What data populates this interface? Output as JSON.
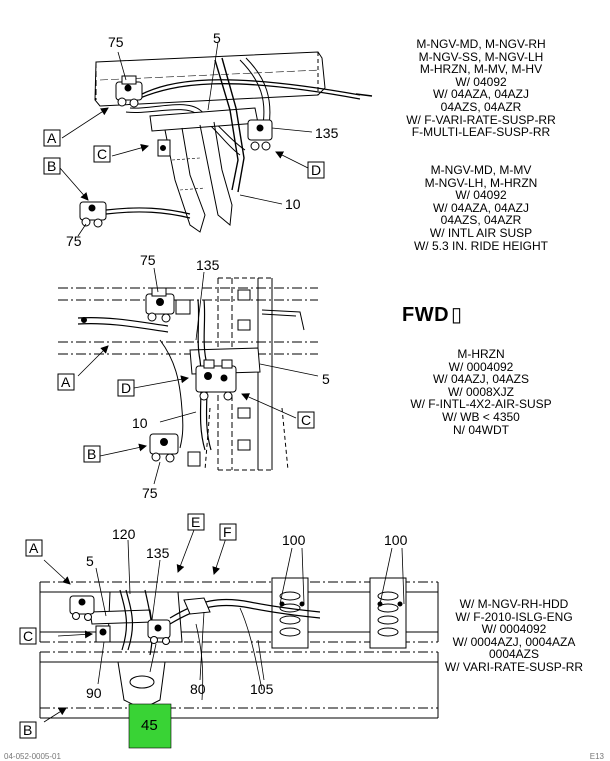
{
  "notes": {
    "view1": [
      "M-NGV-MD, M-NGV-RH",
      "M-NGV-SS, M-NGV-LH",
      "M-HRZN, M-MV, M-HV",
      "W/ 04092",
      "W/ 04AZA, 04AZJ",
      "04AZS, 04AZR",
      "W/ F-VARI-RATE-SUSP-RR",
      "F-MULTI-LEAF-SUSP-RR"
    ],
    "view1b": [
      "M-NGV-MD, M-MV",
      "M-NGV-LH, M-HRZN",
      "W/ 04092",
      "W/ 04AZA, 04AZJ",
      "04AZS, 04AZR",
      "W/ INTL AIR SUSP",
      "W/ 5.3 IN. RIDE HEIGHT"
    ],
    "view2": [
      "M-HRZN",
      "W/ 0004092",
      "W/ 04AZJ, 04AZS",
      "W/ 0008XJZ",
      "W/ F-INTL-4X2-AIR-SUSP",
      "W/ WB < 4350",
      "N/ 04WDT"
    ],
    "view3": [
      "W/ M-NGV-RH-HDD",
      "W/ F-2010-ISLG-ENG",
      "W/ 0004092",
      "W/ 0004AZJ, 0004AZA",
      "0004AZS",
      "W/ VARI-RATE-SUSP-RR"
    ]
  },
  "fwd_label": "FWD",
  "fwd_arrow": "▯",
  "view1": {
    "callouts": {
      "c75_top": "75",
      "c5": "5",
      "c135": "135",
      "c10": "10",
      "c75_bottom": "75"
    },
    "boxes": {
      "a": "A",
      "b": "B",
      "c": "C",
      "d": "D"
    }
  },
  "view2": {
    "callouts": {
      "c75_top": "75",
      "c135": "135",
      "c5": "5",
      "c10": "10",
      "c75_bottom": "75"
    },
    "boxes": {
      "a": "A",
      "b": "B",
      "c": "C",
      "d": "D"
    }
  },
  "view3": {
    "callouts": {
      "c5": "5",
      "c120": "120",
      "c135": "135",
      "c100a": "100",
      "c100b": "100",
      "c90": "90",
      "c45": "45",
      "c80": "80",
      "c105": "105"
    },
    "boxes": {
      "a": "A",
      "b": "B",
      "c": "C",
      "e": "E",
      "f": "F"
    }
  },
  "highlight_color": "#39d335",
  "footer": {
    "left": "04-052-0005-01",
    "right": "E13"
  }
}
